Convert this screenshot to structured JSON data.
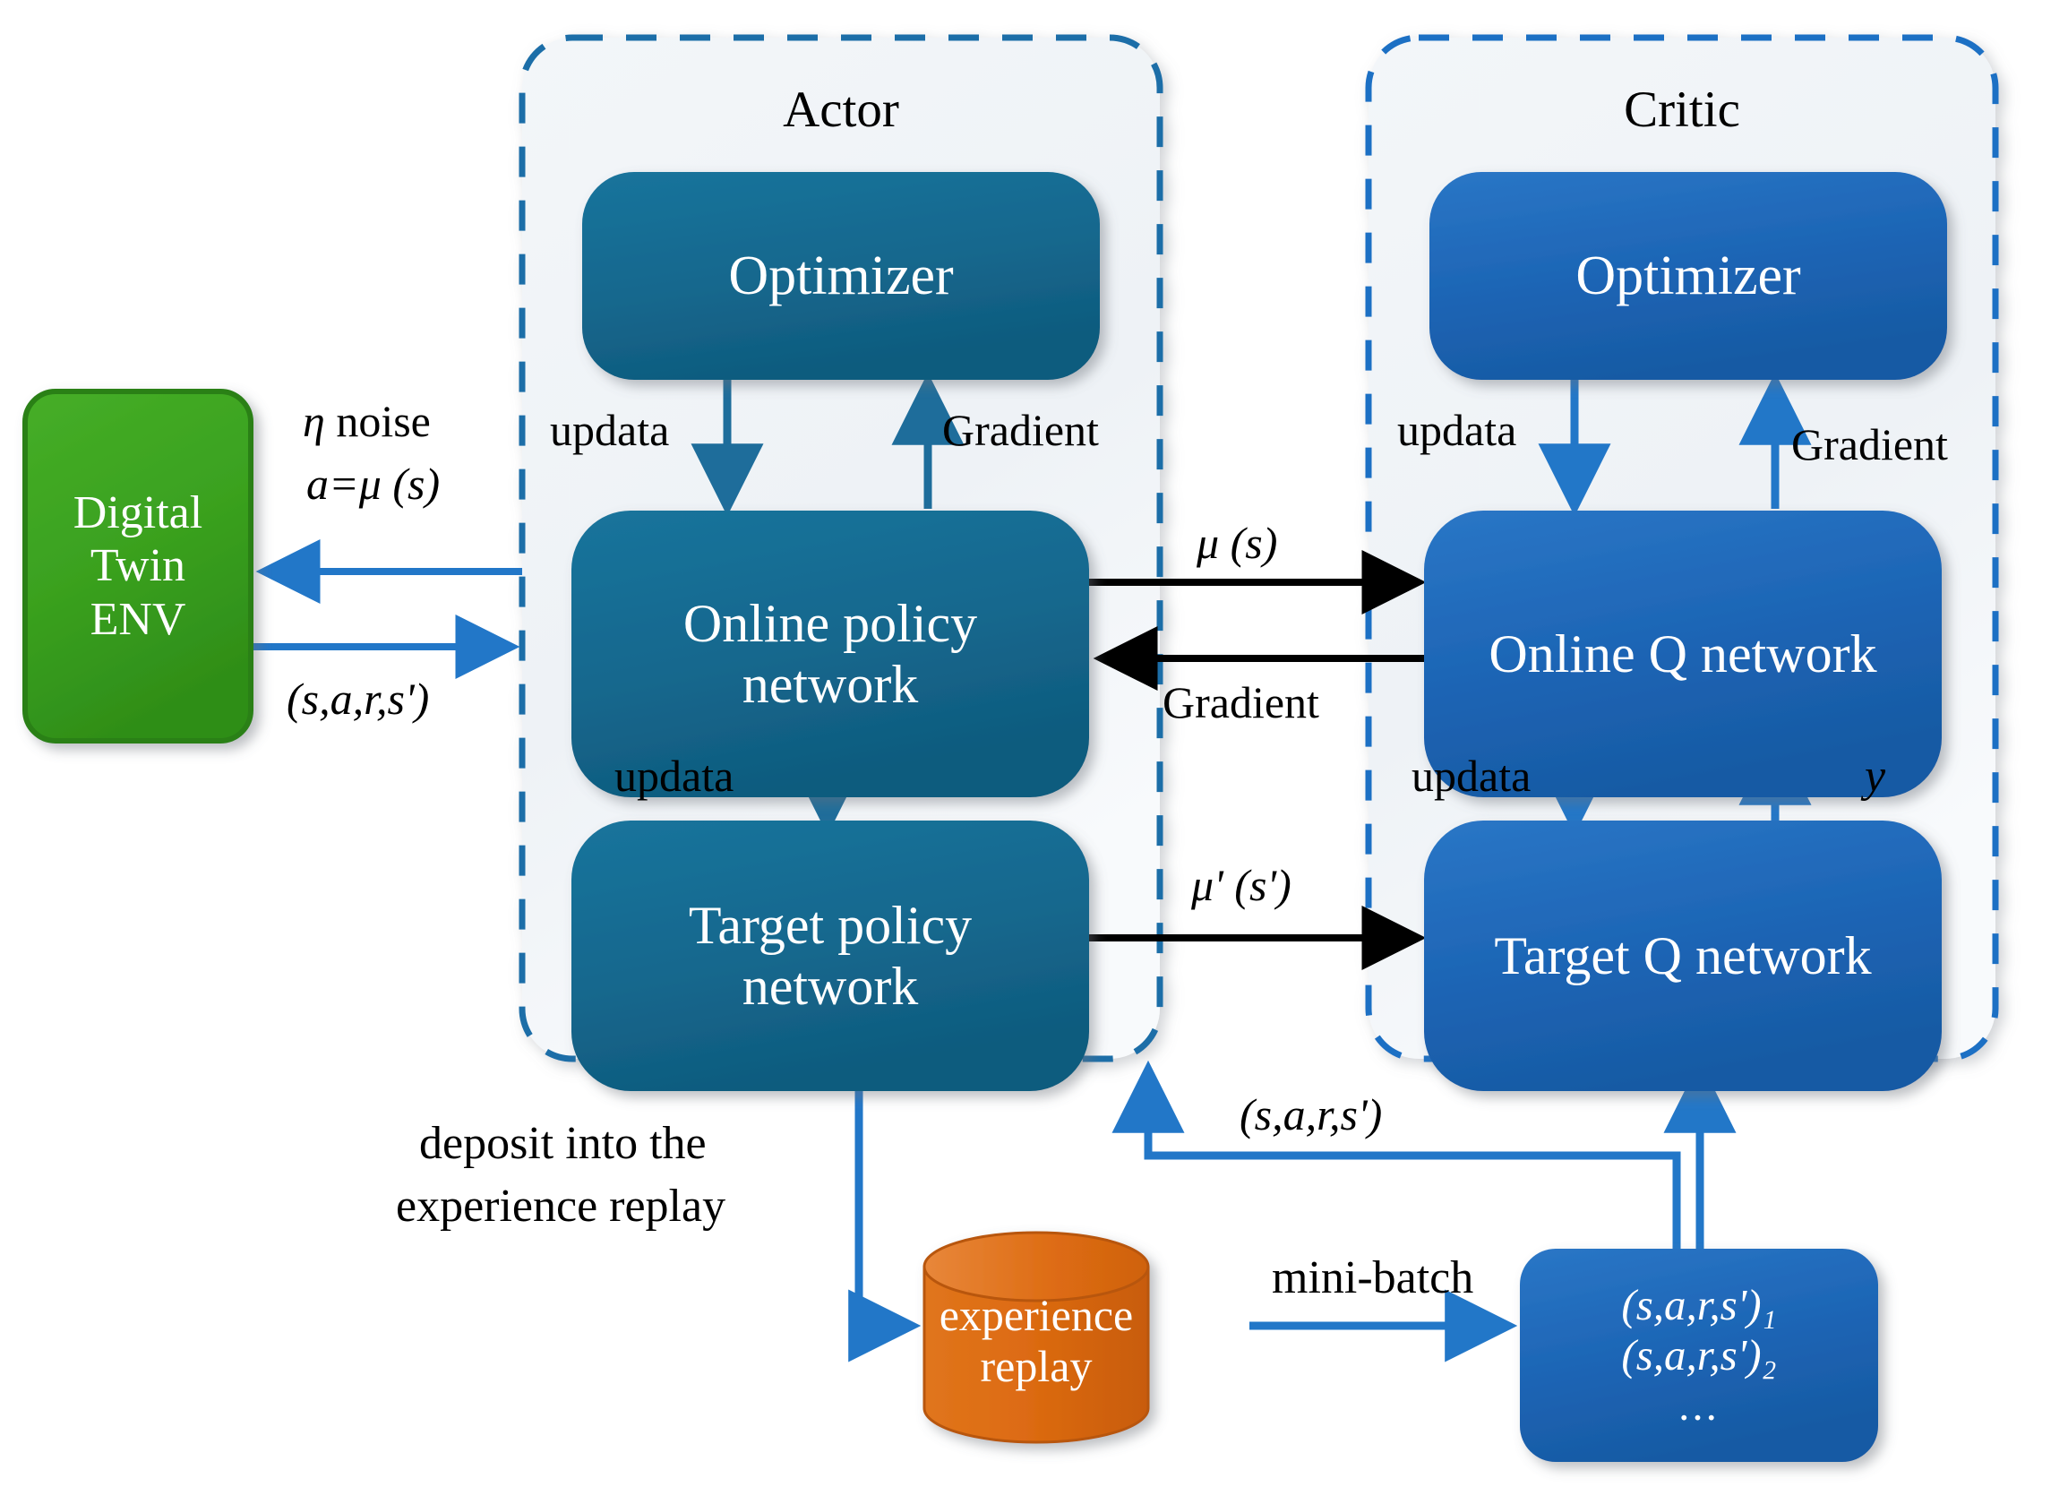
{
  "diagram": {
    "title": "DDPG actor-critic architecture with digital twin environment",
    "type": "flowchart"
  },
  "colors": {
    "actor_box_fill": "#15688e",
    "critic_box_fill": "#1d65b5",
    "env_box_fill": "#3aa11f",
    "replay_fill": "#dd6b12",
    "blue_arrow": "#2277c8",
    "black_arrow": "#000000",
    "group_border": "#1f6fb5",
    "group_fill": "#eef2f6"
  },
  "groups": [
    {
      "id": "actor",
      "label": "Actor"
    },
    {
      "id": "critic",
      "label": "Critic"
    }
  ],
  "nodes": {
    "env": {
      "lines": [
        "Digital",
        "Twin",
        "ENV"
      ]
    },
    "actor_optimizer": {
      "label": "Optimizer"
    },
    "online_policy": {
      "lines": [
        "Online policy",
        "network"
      ]
    },
    "target_policy": {
      "lines": [
        "Target policy",
        "network"
      ]
    },
    "critic_optimizer": {
      "label": "Optimizer"
    },
    "online_q": {
      "label": "Online Q network"
    },
    "target_q": {
      "label": "Target Q network"
    },
    "experience_replay": {
      "lines": [
        "experience",
        "replay"
      ]
    },
    "mini_batch_box": {
      "lines": [
        "(s,a,r,s')₁",
        "(s,a,r,s')₂",
        "..."
      ]
    }
  },
  "edge_labels": {
    "eta_noise": "η noise",
    "a_eq_mu_s": "a=μ (s)",
    "sars_env": "(s,a,r,s')",
    "actor_updata_top": "updata",
    "actor_gradient": "Gradient",
    "actor_updata_bottom": "updata",
    "mu_s": "μ (s)",
    "gradient_mid": "Gradient",
    "mu_prime_s_prime": "μ' (s')",
    "critic_updata_top": "updata",
    "critic_gradient": "Gradient",
    "critic_updata_bottom": "updata",
    "y": "y",
    "deposit": [
      "deposit into the",
      "experience replay"
    ],
    "sars_replay": "(s,a,r,s')",
    "mini_batch": "mini-batch"
  }
}
